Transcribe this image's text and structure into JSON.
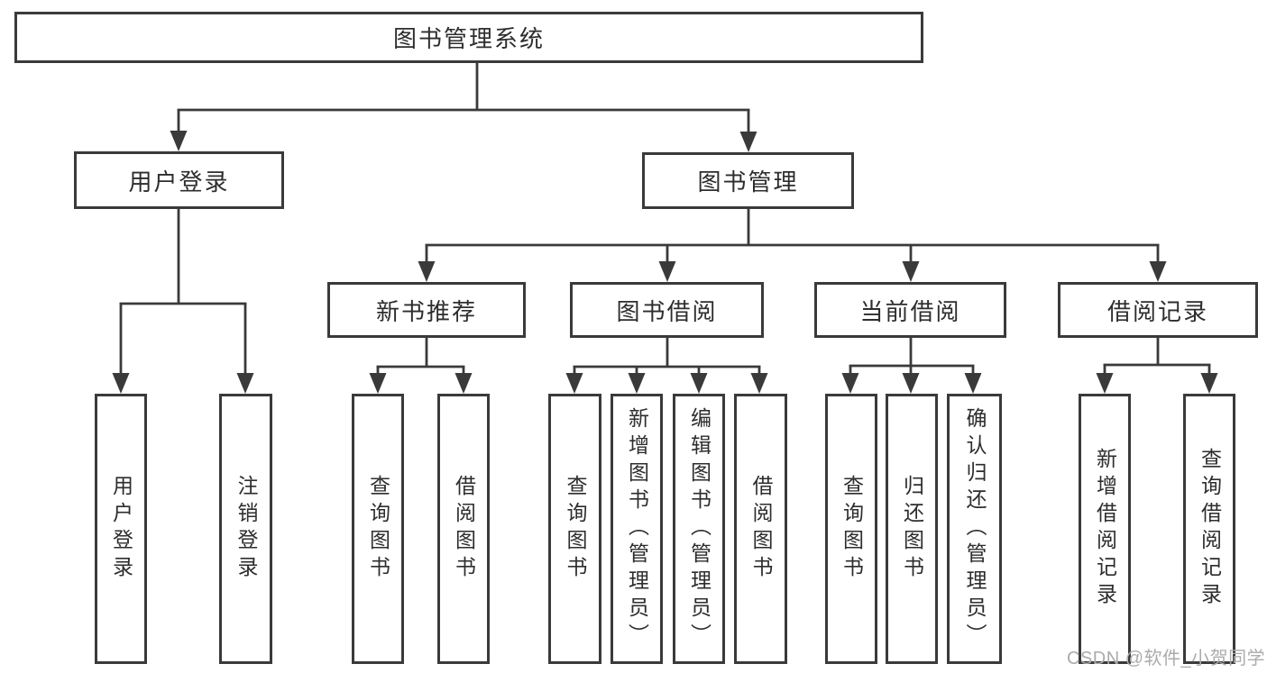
{
  "diagram": {
    "root": {
      "label": "图书管理系统",
      "children": [
        {
          "label": "用户登录",
          "children": [
            "用户登录",
            "注销登录"
          ]
        },
        {
          "label": "图书管理",
          "children": [
            {
              "label": "新书推荐",
              "children": [
                "查询图书",
                "借阅图书"
              ]
            },
            {
              "label": "图书借阅",
              "children": [
                "查询图书",
                "新增图书（管理员）",
                "编辑图书（管理员）",
                "借阅图书"
              ]
            },
            {
              "label": "当前借阅",
              "children": [
                "查询图书",
                "归还图书",
                "确认归还（管理员）"
              ]
            },
            {
              "label": "借阅记录",
              "children": [
                "新增借阅记录",
                "查询借阅记录"
              ]
            }
          ]
        }
      ]
    },
    "colors": {
      "line": "#3a3a3a",
      "box_border": "#3a3a3a",
      "text": "#2d2d2d",
      "background": "#ffffff",
      "watermark_text": "#ababab"
    },
    "watermark": "CSDN @软件_小贺同学"
  }
}
